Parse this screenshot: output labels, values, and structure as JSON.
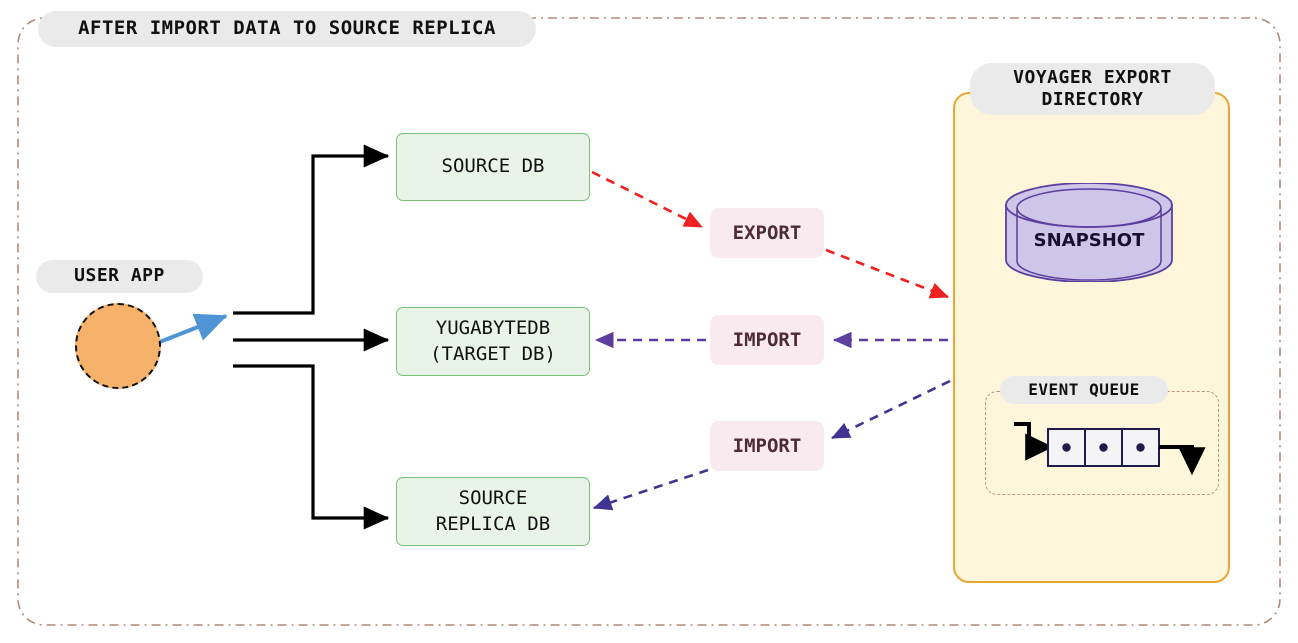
{
  "diagram": {
    "title": "AFTER IMPORT DATA TO SOURCE REPLICA",
    "outer_border_color": "#b08a78"
  },
  "user_app": {
    "label": "USER APP",
    "shape": "circle",
    "fill_color": "#f6b26b",
    "border_color": "#111111",
    "arrow_color": "#4f94d4"
  },
  "databases": [
    {
      "id": "source-db",
      "label": "SOURCE DB",
      "fill_color": "#e9f4e9",
      "border_color": "#79c079"
    },
    {
      "id": "target-db",
      "label": "YUGABYTEDB\n(TARGET DB)",
      "fill_color": "#e9f4e9",
      "border_color": "#79c079"
    },
    {
      "id": "replica-db",
      "label": "SOURCE\nREPLICA DB",
      "fill_color": "#e9f4e9",
      "border_color": "#79c079"
    }
  ],
  "edge_labels": {
    "export": "EXPORT",
    "import_target": "IMPORT",
    "import_replica": "IMPORT",
    "fill_color": "#f8eaef",
    "text_color": "#4d2c36"
  },
  "flows": [
    {
      "name": "export-flow",
      "from": "SOURCE DB",
      "to": "VOYAGER EXPORT DIRECTORY",
      "label": "EXPORT",
      "style": "dashed",
      "color": "#ef2020"
    },
    {
      "name": "import-target-flow",
      "from": "VOYAGER EXPORT DIRECTORY",
      "to": "YUGABYTEDB (TARGET DB)",
      "label": "IMPORT",
      "style": "dashed",
      "color": "#5b3e9e"
    },
    {
      "name": "import-replica-flow",
      "from": "VOYAGER EXPORT DIRECTORY",
      "to": "SOURCE REPLICA DB",
      "label": "IMPORT",
      "style": "dashed",
      "color": "#3f3590"
    }
  ],
  "voyager": {
    "title": "VOYAGER EXPORT\nDIRECTORY",
    "panel_fill": "#fdf6da",
    "panel_border": "#e8a735",
    "snapshot": {
      "label": "SNAPSHOT",
      "fill_color": "#cdc6e8",
      "border_color": "#5b3e9e",
      "shape": "cylinder"
    },
    "event_queue": {
      "label": "EVENT QUEUE",
      "cells": 3,
      "cell_fill": "#f4f4f6",
      "cell_border": "#1f1b4d",
      "dot_color": "#1f1b4d",
      "arrow_color": "#000000"
    }
  }
}
